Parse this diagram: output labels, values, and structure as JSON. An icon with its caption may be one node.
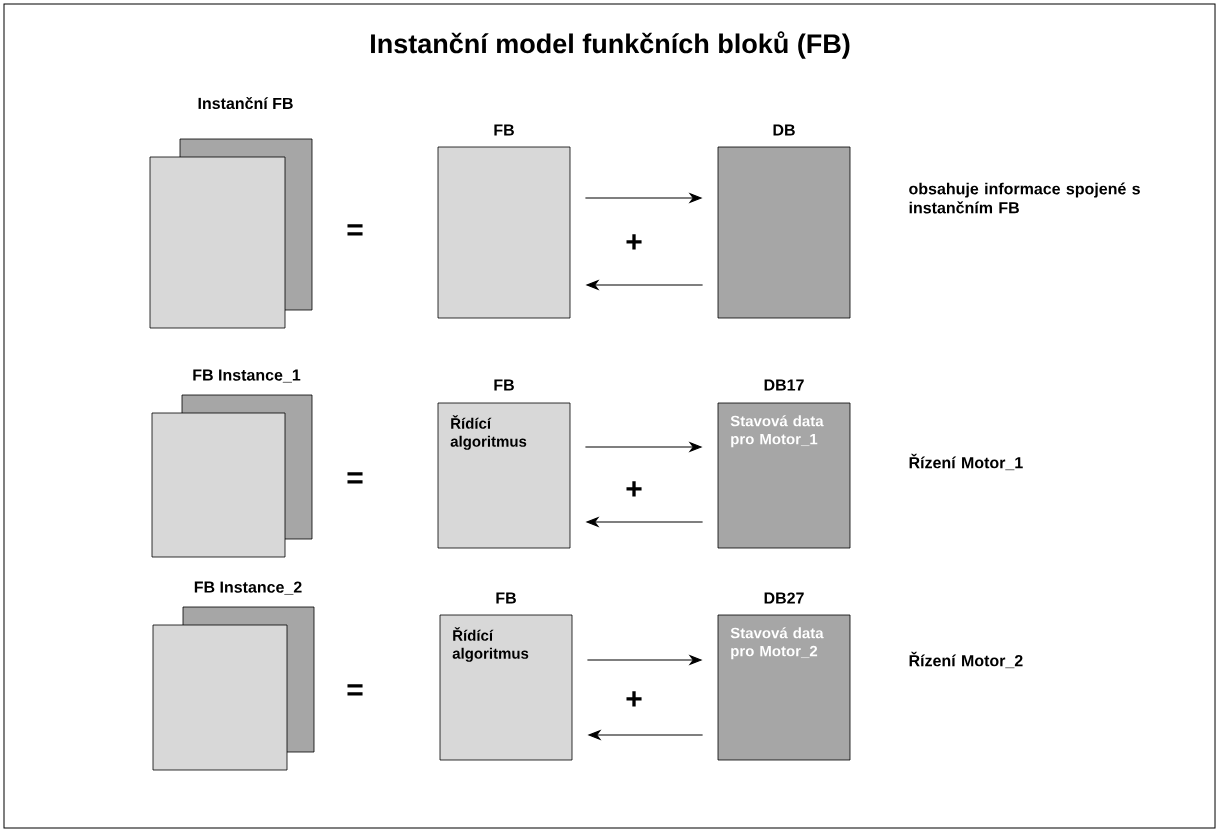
{
  "diagram": {
    "title": "Instanční model funkčních bloků (FB)",
    "nodes": [
      {
        "text": [
          "Instanční FB"
        ]
      },
      {
        "text": [
          "FB"
        ]
      },
      {
        "text": [
          "DB"
        ],
        "beside": [
          "obsahuje informace spojené s instančním FB"
        ]
      },
      {
        "text": [
          "FB Instance_1"
        ]
      },
      {
        "text": [
          "FB",
          "Řídící algoritmus"
        ]
      },
      {
        "text": [
          "DB17",
          "Stavová data pro Motor_1"
        ],
        "beside": [
          "Řízení Motor_1"
        ]
      },
      {
        "text": [
          "FB Instance_2"
        ]
      },
      {
        "text": [
          "FB",
          "Řídící algoritmus"
        ]
      },
      {
        "text": [
          "DB27",
          "Stavová data pro Motor_2"
        ],
        "beside": [
          "Řízení Motor_2"
        ]
      }
    ],
    "edges": [
      {
        "from": 1,
        "to": 2,
        "arrow": "to"
      },
      {
        "from": 2,
        "to": 1,
        "arrow": "to"
      },
      {
        "from": 4,
        "to": 5,
        "arrow": "to"
      },
      {
        "from": 5,
        "to": 4,
        "arrow": "to"
      },
      {
        "from": 7,
        "to": 8,
        "arrow": "to"
      },
      {
        "from": 8,
        "to": 7,
        "arrow": "to"
      }
    ],
    "labels": [
      "=",
      "+",
      "=",
      "+",
      "=",
      "+"
    ]
  }
}
